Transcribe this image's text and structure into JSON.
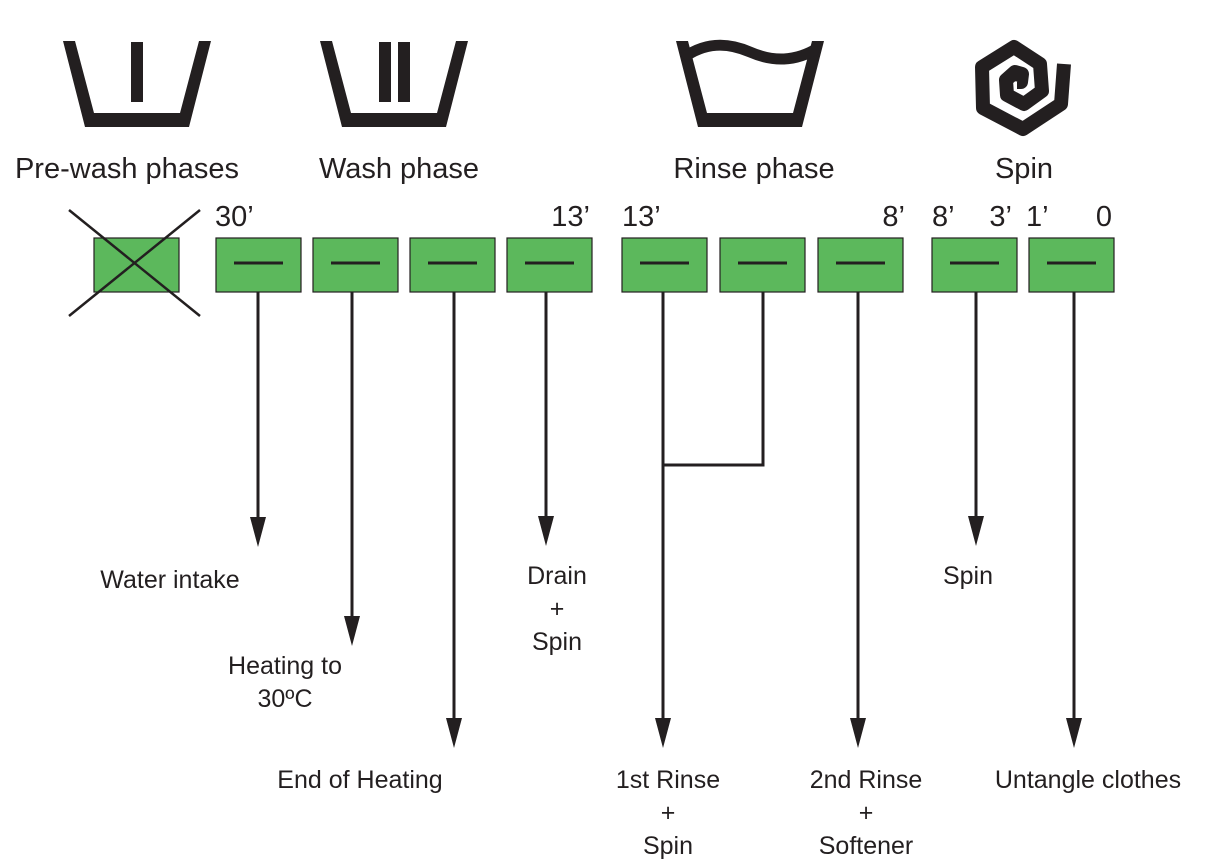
{
  "phases": {
    "prewash": "Pre-wash phases",
    "wash": "Wash phase",
    "rinse": "Rinse phase",
    "spin": "Spin"
  },
  "times": {
    "wash_start": "30’",
    "wash_end": "13’",
    "rinse_start": "13’",
    "rinse_end": "8’",
    "spin_start": "8’",
    "spin_end": "3’",
    "untangle_start": "1’",
    "untangle_end": "0"
  },
  "box_symbol": "—",
  "steps": {
    "water_intake": "Water intake",
    "heating_line1": "Heating to",
    "heating_line2": "30ºC",
    "end_heating": "End of Heating",
    "drain_line1": "Drain",
    "drain_line2": "+",
    "drain_line3": "Spin",
    "rinse1_line1": "1st Rinse",
    "rinse1_line2": "+",
    "rinse1_line3": "Spin",
    "rinse2_line1": "2nd Rinse",
    "rinse2_line2": "+",
    "rinse2_line3": "Softener",
    "spin": "Spin",
    "untangle": "Untangle clothes"
  },
  "colors": {
    "box_fill": "#5cb85c",
    "ink": "#231f20"
  },
  "icons": [
    "prewash-tub-icon",
    "wash-tub-icon",
    "rinse-tub-icon",
    "spin-spiral-icon"
  ]
}
